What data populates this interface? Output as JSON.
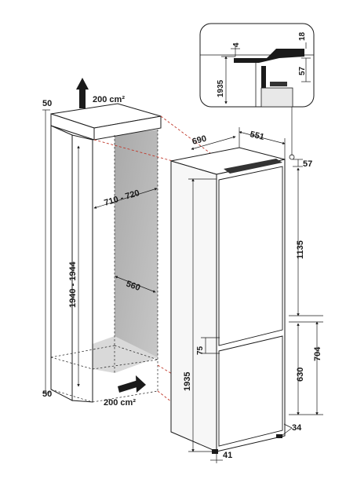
{
  "diagram": {
    "vent_top": {
      "label": "200",
      "unit": "cm²"
    },
    "vent_bottom": {
      "label": "200",
      "unit": "cm²"
    },
    "cabinet": {
      "top_gap": "50",
      "bottom_gap": "50",
      "height_range": "1940 - 1944",
      "width_range": "710 - 720",
      "depth": "560"
    },
    "appliance": {
      "depth_total": "690",
      "width": "551",
      "top_offset": "57",
      "upper_door": "1135",
      "gap_between_doors": "75",
      "height_total": "1935",
      "lower_section": "704",
      "lower_door": "630",
      "bottom_side": "34",
      "bottom_front": "41"
    },
    "detail_inset": {
      "height": "1935",
      "top_gap": "4",
      "right_top": "18",
      "right_mid": "57"
    }
  }
}
